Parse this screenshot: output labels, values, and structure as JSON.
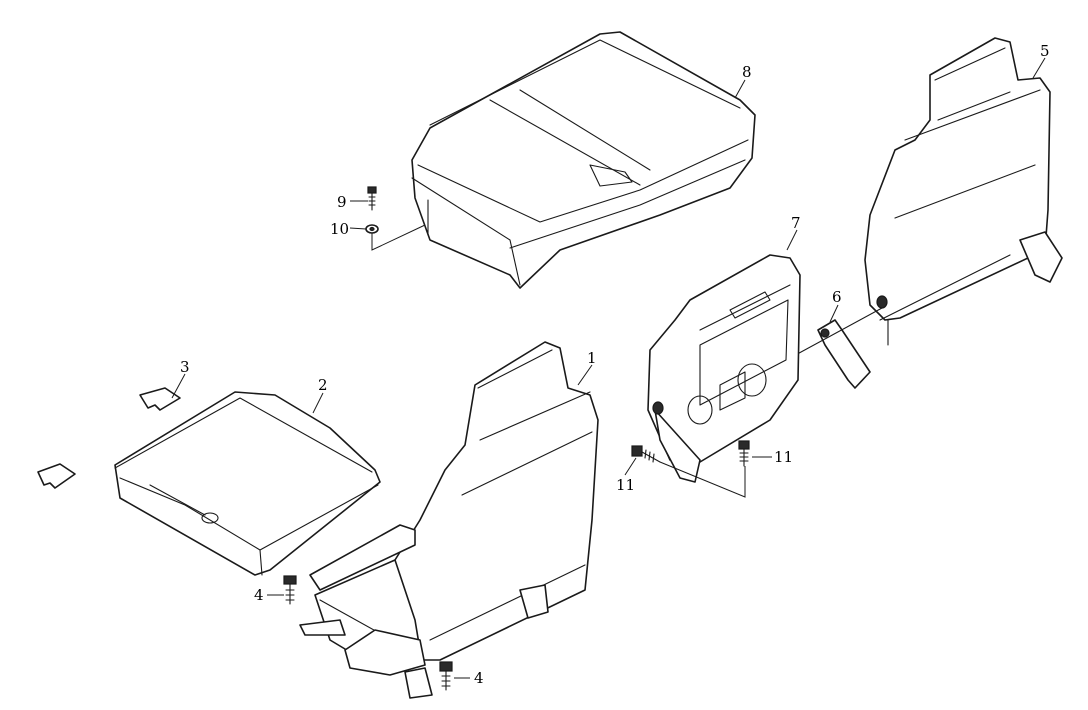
{
  "figure": {
    "callouts": [
      {
        "id": "c1",
        "text": "1"
      },
      {
        "id": "c2",
        "text": "2"
      },
      {
        "id": "c3",
        "text": "3"
      },
      {
        "id": "c4a",
        "text": "4"
      },
      {
        "id": "c4b",
        "text": "4"
      },
      {
        "id": "c5",
        "text": "5"
      },
      {
        "id": "c6",
        "text": "6"
      },
      {
        "id": "c7",
        "text": "7"
      },
      {
        "id": "c8",
        "text": "8"
      },
      {
        "id": "c9",
        "text": "9"
      },
      {
        "id": "c10",
        "text": "10"
      },
      {
        "id": "c11a",
        "text": "11"
      },
      {
        "id": "c11b",
        "text": "11"
      }
    ]
  }
}
